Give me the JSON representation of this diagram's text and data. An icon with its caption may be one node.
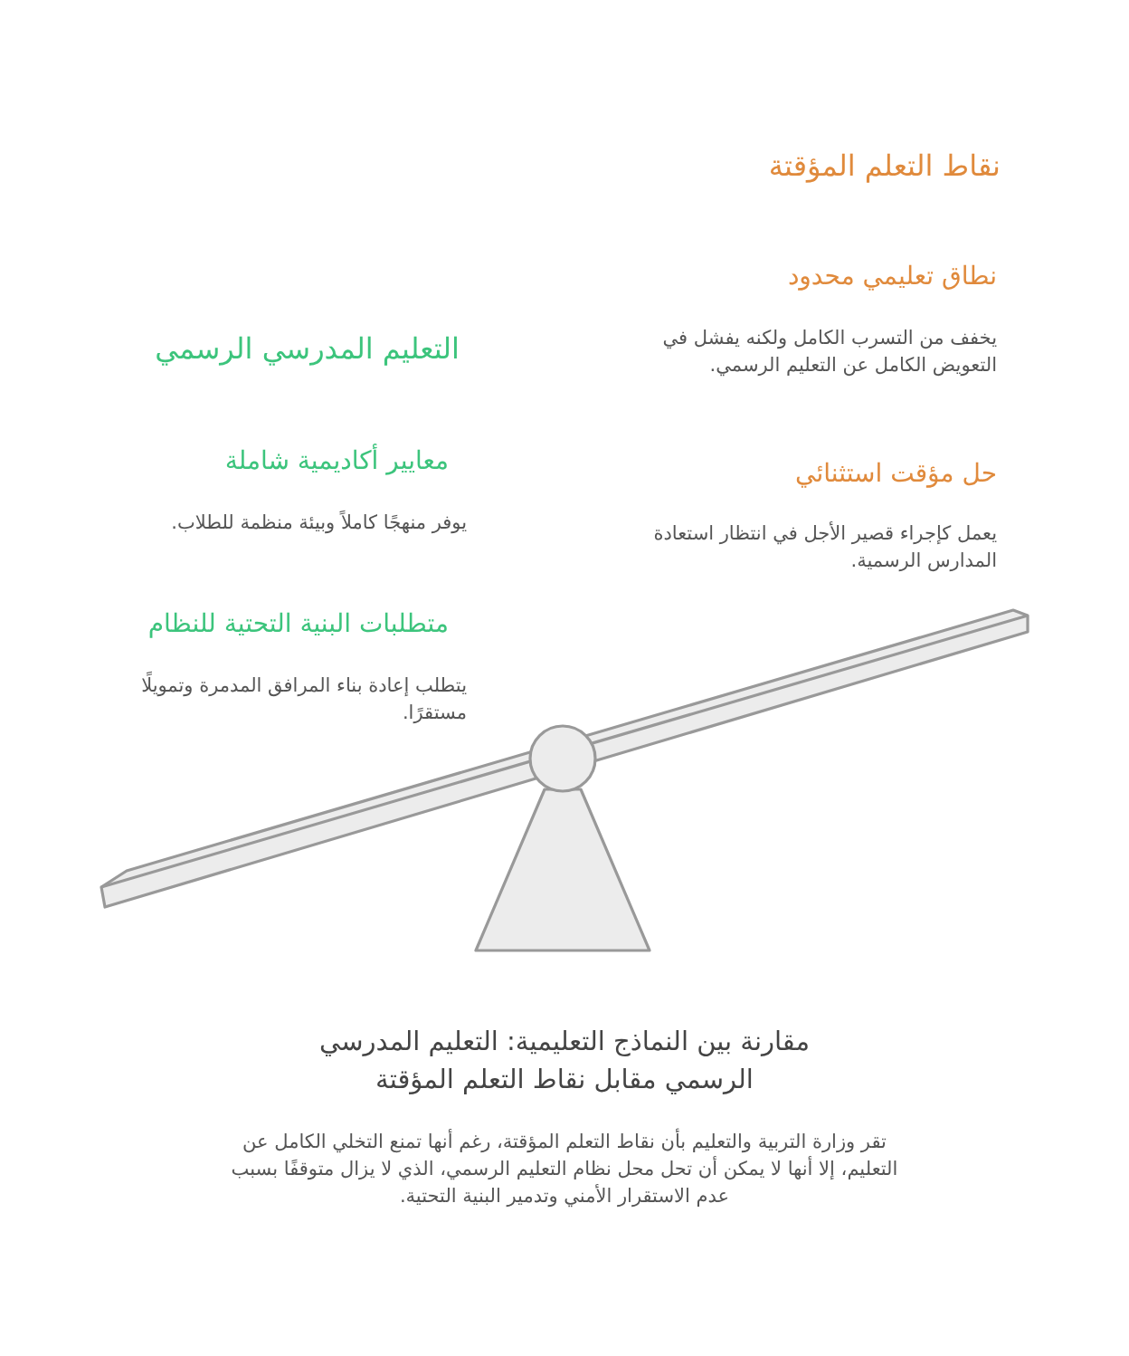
{
  "diagram": {
    "title": "مقارنة بين النماذج التعليمية: التعليم المدرسي الرسمي مقابل نقاط التعلم المؤقتة",
    "caption": "تقر وزارة التربية والتعليم بأن نقاط التعلم المؤقتة، رغم أنها تمنع التخلي الكامل عن التعليم، إلا أنها لا يمكن أن تحل محل نظام التعليم الرسمي، الذي لا يزال متوقفًا بسبب عدم الاستقرار الأمني وتدمير البنية التحتية.",
    "labels": [
      "نقاط التعلم المؤقتة",
      "نطاق تعليمي محدود",
      "يخفف من التسرب الكامل ولكنه يفشل في التعويض الكامل عن التعليم الرسمي.",
      "التعليم المدرسي الرسمي",
      "حل مؤقت استثنائي",
      "يعمل كإجراء قصير الأجل في انتظار استعادة المدارس الرسمية.",
      "معايير أكاديمية شاملة",
      "يوفر منهجًا كاملاً وبيئة منظمة للطلاب.",
      "متطلبات البنية التحتية للنظام",
      "يتطلب إعادة بناء المرافق المدمرة وتمويلًا مستقرًا."
    ]
  }
}
